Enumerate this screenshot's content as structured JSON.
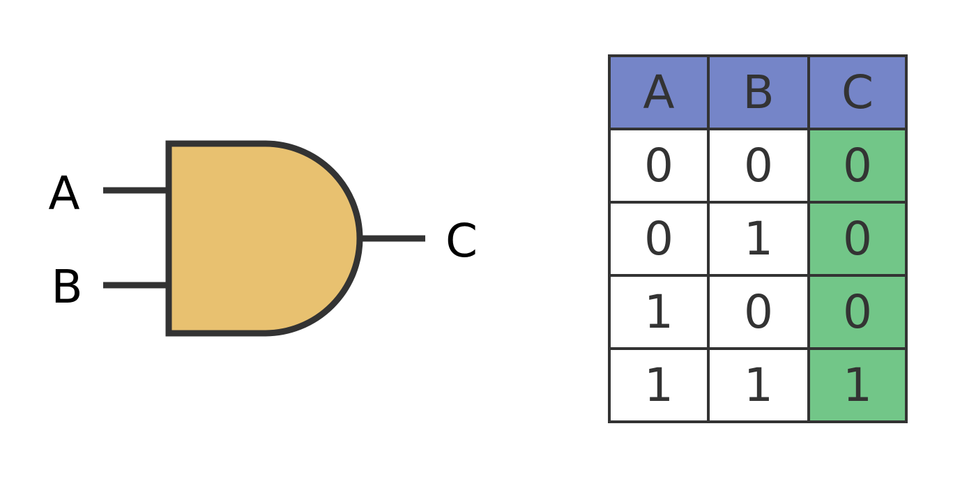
{
  "gate": {
    "type": "AND",
    "input_a_label": "A",
    "input_b_label": "B",
    "output_label": "C",
    "body_color": "#E8C170",
    "stroke_color": "#333333"
  },
  "truth_table": {
    "header_color": "#7585C8",
    "output_color": "#72C688",
    "headers": [
      "A",
      "B",
      "C"
    ],
    "rows": [
      [
        "0",
        "0",
        "0"
      ],
      [
        "0",
        "1",
        "0"
      ],
      [
        "1",
        "0",
        "0"
      ],
      [
        "1",
        "1",
        "1"
      ]
    ]
  }
}
